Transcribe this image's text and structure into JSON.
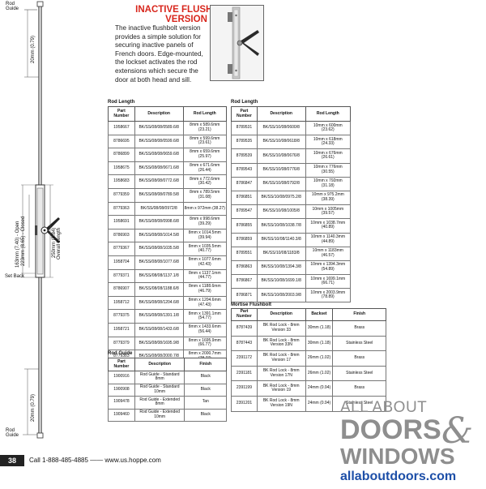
{
  "drawing": {
    "guide_top": "Rod\nGuide",
    "guide_bottom": "Rod\nGuide",
    "dim_top": "20mm (0.79)",
    "dim_bottom": "20mm (0.79)",
    "dim_open": "163mm (7.40) - Open",
    "dim_closed": "223mm (8.65) - Closed",
    "dim_overall": "250mm (9.84)",
    "overall_length": "Overall Length",
    "set_back": "Set Back"
  },
  "header": {
    "title_line1": "INACTIVE FLUSHBOLT",
    "title_line2": "VERSION",
    "intro": "The inactive flushbolt version provides a simple solution for securing inactive panels of French doors. Edge-mounted, the lockset activates the rod extensions which secure the door at both head and sill."
  },
  "rod_length_left": {
    "title": "Rod Length",
    "headers": [
      "Part Number",
      "Description",
      "Rod Length"
    ],
    "rows": [
      [
        "1958667",
        "BK/SS/08/08/0589.6/8",
        "8mm x 589.6mm (23.21)"
      ],
      [
        "8786695",
        "BK/SS/08/08/0599.6/8",
        "8mm x 599.6mm (23.61)"
      ],
      [
        "8786899",
        "BK/SS/08/08/0659.6/8",
        "8mm x 659.6mm (25.97)"
      ],
      [
        "1958675",
        "BK/SS/08/08/0671.6/8",
        "8mm x 671.6mm (26.44)"
      ],
      [
        "1958683",
        "BK/SS/08/08/0772.6/8",
        "8mm x 772.6mm (30.42)"
      ],
      [
        "8779359",
        "BK/SS/08/08/0789.5/8",
        "8mm x 789.5mm (31.08)"
      ],
      [
        "8779363",
        "BK/SS/08/08/0972/8",
        "8mm x 972mm (38.27)"
      ],
      [
        "1958691",
        "BK/SS/08/08/0998.6/8",
        "8mm x 998.6mm (39.29)"
      ],
      [
        "8786903",
        "BK/SS/08/08/1014.5/8",
        "8mm x 1014.5mm (39.94)"
      ],
      [
        "8779367",
        "BK/SS/08/08/1035.5/8",
        "8mm x 1035.5mm (40.77)"
      ],
      [
        "1958704",
        "BK/SS/08/08/1077.6/8",
        "8mm x 1077.6mm (42.43)"
      ],
      [
        "8779371",
        "BK/SS/08/08/1137.1/8",
        "8mm x 1137.1mm (44.77)"
      ],
      [
        "8786907",
        "BK/SS/08/08/1188.6/8",
        "8mm x 1188.6mm (46.79)"
      ],
      [
        "1958712",
        "BK/SS/08/08/1204.6/8",
        "8mm x 1204.6mm (47.43)"
      ],
      [
        "8779375",
        "BK/SS/08/08/1391.1/8",
        "8mm x 1391.1mm (54.77)"
      ],
      [
        "1958721",
        "BK/SS/08/08/1433.6/8",
        "8mm x 1433.6mm (56.44)"
      ],
      [
        "8779379",
        "BK/SS/08/08/1695.9/8",
        "8mm x 1695.9mm (66.77)"
      ],
      [
        "8779383",
        "BK/SS/08/08/2000.7/8",
        "8mm x 2000.7mm (78.77)"
      ]
    ]
  },
  "rod_length_right": {
    "title": "Rod Length",
    "headers": [
      "Part Number",
      "Description",
      "Rod Length"
    ],
    "rows": [
      [
        "8789531",
        "BK/SS/10/08/0600/8",
        "10mm x 600mm (23.62)"
      ],
      [
        "8789535",
        "BK/SS/10/08/0618/8",
        "10mm x 618mm (24.33)"
      ],
      [
        "8789539",
        "BK/SS/10/08/0676/8",
        "10mm x 676mm (26.61)"
      ],
      [
        "8789543",
        "BK/SS/10/08/0776/8",
        "10mm x 776mm (30.55)"
      ],
      [
        "8786847",
        "BK/SS/10/08/0792/8",
        "10mm x 792mm (31.18)"
      ],
      [
        "8786851",
        "BK/SS/10/08/0975.2/8",
        "10mm x 975.2mm (38.39)"
      ],
      [
        "8789547",
        "BK/SS/10/08/1005/8",
        "10mm x 1005mm (39.57)"
      ],
      [
        "8786855",
        "BK/SS/10/08/1038.7/8",
        "10mm x 1038.7mm (40.89)"
      ],
      [
        "8786859",
        "BK/SS/10/08/1140.3/8",
        "10mm x 1140.3mm (44.89)"
      ],
      [
        "8789551",
        "BK/SS/10/08/1183/8",
        "10mm x 1183mm (46.57)"
      ],
      [
        "8786863",
        "BK/SS/10/08/1394.3/8",
        "10mm x 1394.3mm (54.89)"
      ],
      [
        "8786867",
        "BK/SS/10/08/1699.1/8",
        "10mm x 1699.1mm (66.71)"
      ],
      [
        "8786871",
        "BK/SS/10/08/2003.9/8",
        "10mm x 2003.9mm (78.89)"
      ]
    ]
  },
  "rod_guide": {
    "title": "Rod Guide",
    "headers": [
      "Part Number",
      "Description",
      "Finish"
    ],
    "rows": [
      [
        "1900916",
        "Rod Guide - Standard 8mm",
        "Black"
      ],
      [
        "1900908",
        "Rod Guide - Standard 10mm",
        "Black"
      ],
      [
        "1909478",
        "Rod Guide - Extended 8mm",
        "Tan"
      ],
      [
        "1909460",
        "Rod Guide - Extended 10mm",
        "Black"
      ]
    ]
  },
  "mortise": {
    "title": "Mortise Flushbolt",
    "headers": [
      "Part Number",
      "Description",
      "Backset",
      "Finish"
    ],
    "rows": [
      [
        "8787439",
        "BK Rod Lock - 8mm Version 33",
        "30mm (1.18)",
        "Brass"
      ],
      [
        "8787443",
        "BK Rod Lock - 8mm Version 33N",
        "30mm (1.18)",
        "Stainless Steel"
      ],
      [
        "2391172",
        "BK Rod Lock - 8mm Version 17",
        "26mm (1.02)",
        "Brass"
      ],
      [
        "2391181",
        "BK Rod Lock - 8mm Version 17N",
        "26mm (1.02)",
        "Stainless Steel"
      ],
      [
        "2391199",
        "BK Rod Lock - 8mm Version 19",
        "24mm (0.94)",
        "Brass"
      ],
      [
        "2391201",
        "BK Rod Lock - 8mm Version 19N",
        "24mm (0.94)",
        "Stainless Steel"
      ]
    ]
  },
  "footer": {
    "page_number": "38",
    "contact": "Call 1-888-485-4885  ——  www.us.hoppe.com"
  },
  "logo": {
    "line1": "ALL ABOUT",
    "line2": "DOORS",
    "amp": "&",
    "line3": "WINDOWS",
    "url": "allaboutdoors.com"
  },
  "colors": {
    "title_red": "#d8261c",
    "logo_gray": "#8e8e8e",
    "logo_url_blue": "#1d4fa8"
  }
}
